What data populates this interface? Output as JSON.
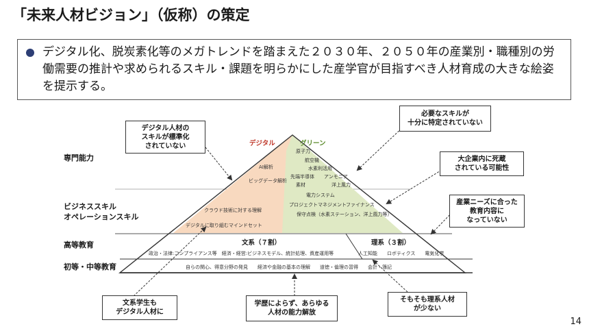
{
  "title": "「未来人材ビジョン」（仮称）の策定",
  "bullet": "デジタル化、脱炭素化等のメガトレンドを踏まえた２０３０年、２０５０年の産業別・職種別の労働需要の推計や求められるスキル・課題を明らかにした産学官が目指すべき人材育成の大きな絵姿を提示する。",
  "pyramid": {
    "category_digital": "デジタル",
    "category_green": "グリーン",
    "digital_items": [
      "AI解析",
      "ビッグデータ解析",
      "クラウド技術に対する理解",
      "デジタルに取り組むマインドセット"
    ],
    "green_items": [
      "原子力",
      "航空機",
      "水素利活用",
      "先端半導体",
      "アンモニア",
      "素材",
      "洋上風力",
      "電力システム",
      "プロジェクトマネジメント",
      "ファイナンス",
      "保守点検（水素ステーション、洋上風力等）"
    ],
    "humanities_title": "文系（７割）",
    "humanities_items": "政治・法律:コンプライアンス等　経済・経営:ビジネスモデル、統計処理、資産運用等",
    "science_title": "理系（３割）",
    "science_items": "人工知能　　ロボティクス　　電気化学",
    "basic_items": "自らの関心、得意分野の発見　　経済や金融の基本の理解　　道徳・倫理の習得　　会計・簿記"
  },
  "levels": {
    "specialized": "専門能力",
    "business": "ビジネススキル",
    "operation": "オペレーションスキル",
    "higher_ed": "高等教育",
    "basic_ed": "初等・中等教育"
  },
  "callouts": {
    "digital_skills": "デジタル人材の\nスキルが標準化\nされていない",
    "required_skills": "必要なスキルが\n十分に特定されていない",
    "large_companies": "大企業内に死蔵\nされている可能性",
    "industry_needs": "産業ニーズに合った\n教育内容に\nなっていない",
    "humanities_students": "文系学生も\nデジタル人材に",
    "regardless": "学歴によらず、あらゆる\n人材の能力解放",
    "few_science": "そもそも理系人材\nが少ない"
  },
  "page_number": "14",
  "colors": {
    "digital_fill": "#f8d9bf",
    "green_fill": "#dfe9c4",
    "digital_label": "#c0392b",
    "green_label": "#5a8a2a",
    "bullet": "#2d3e75"
  }
}
